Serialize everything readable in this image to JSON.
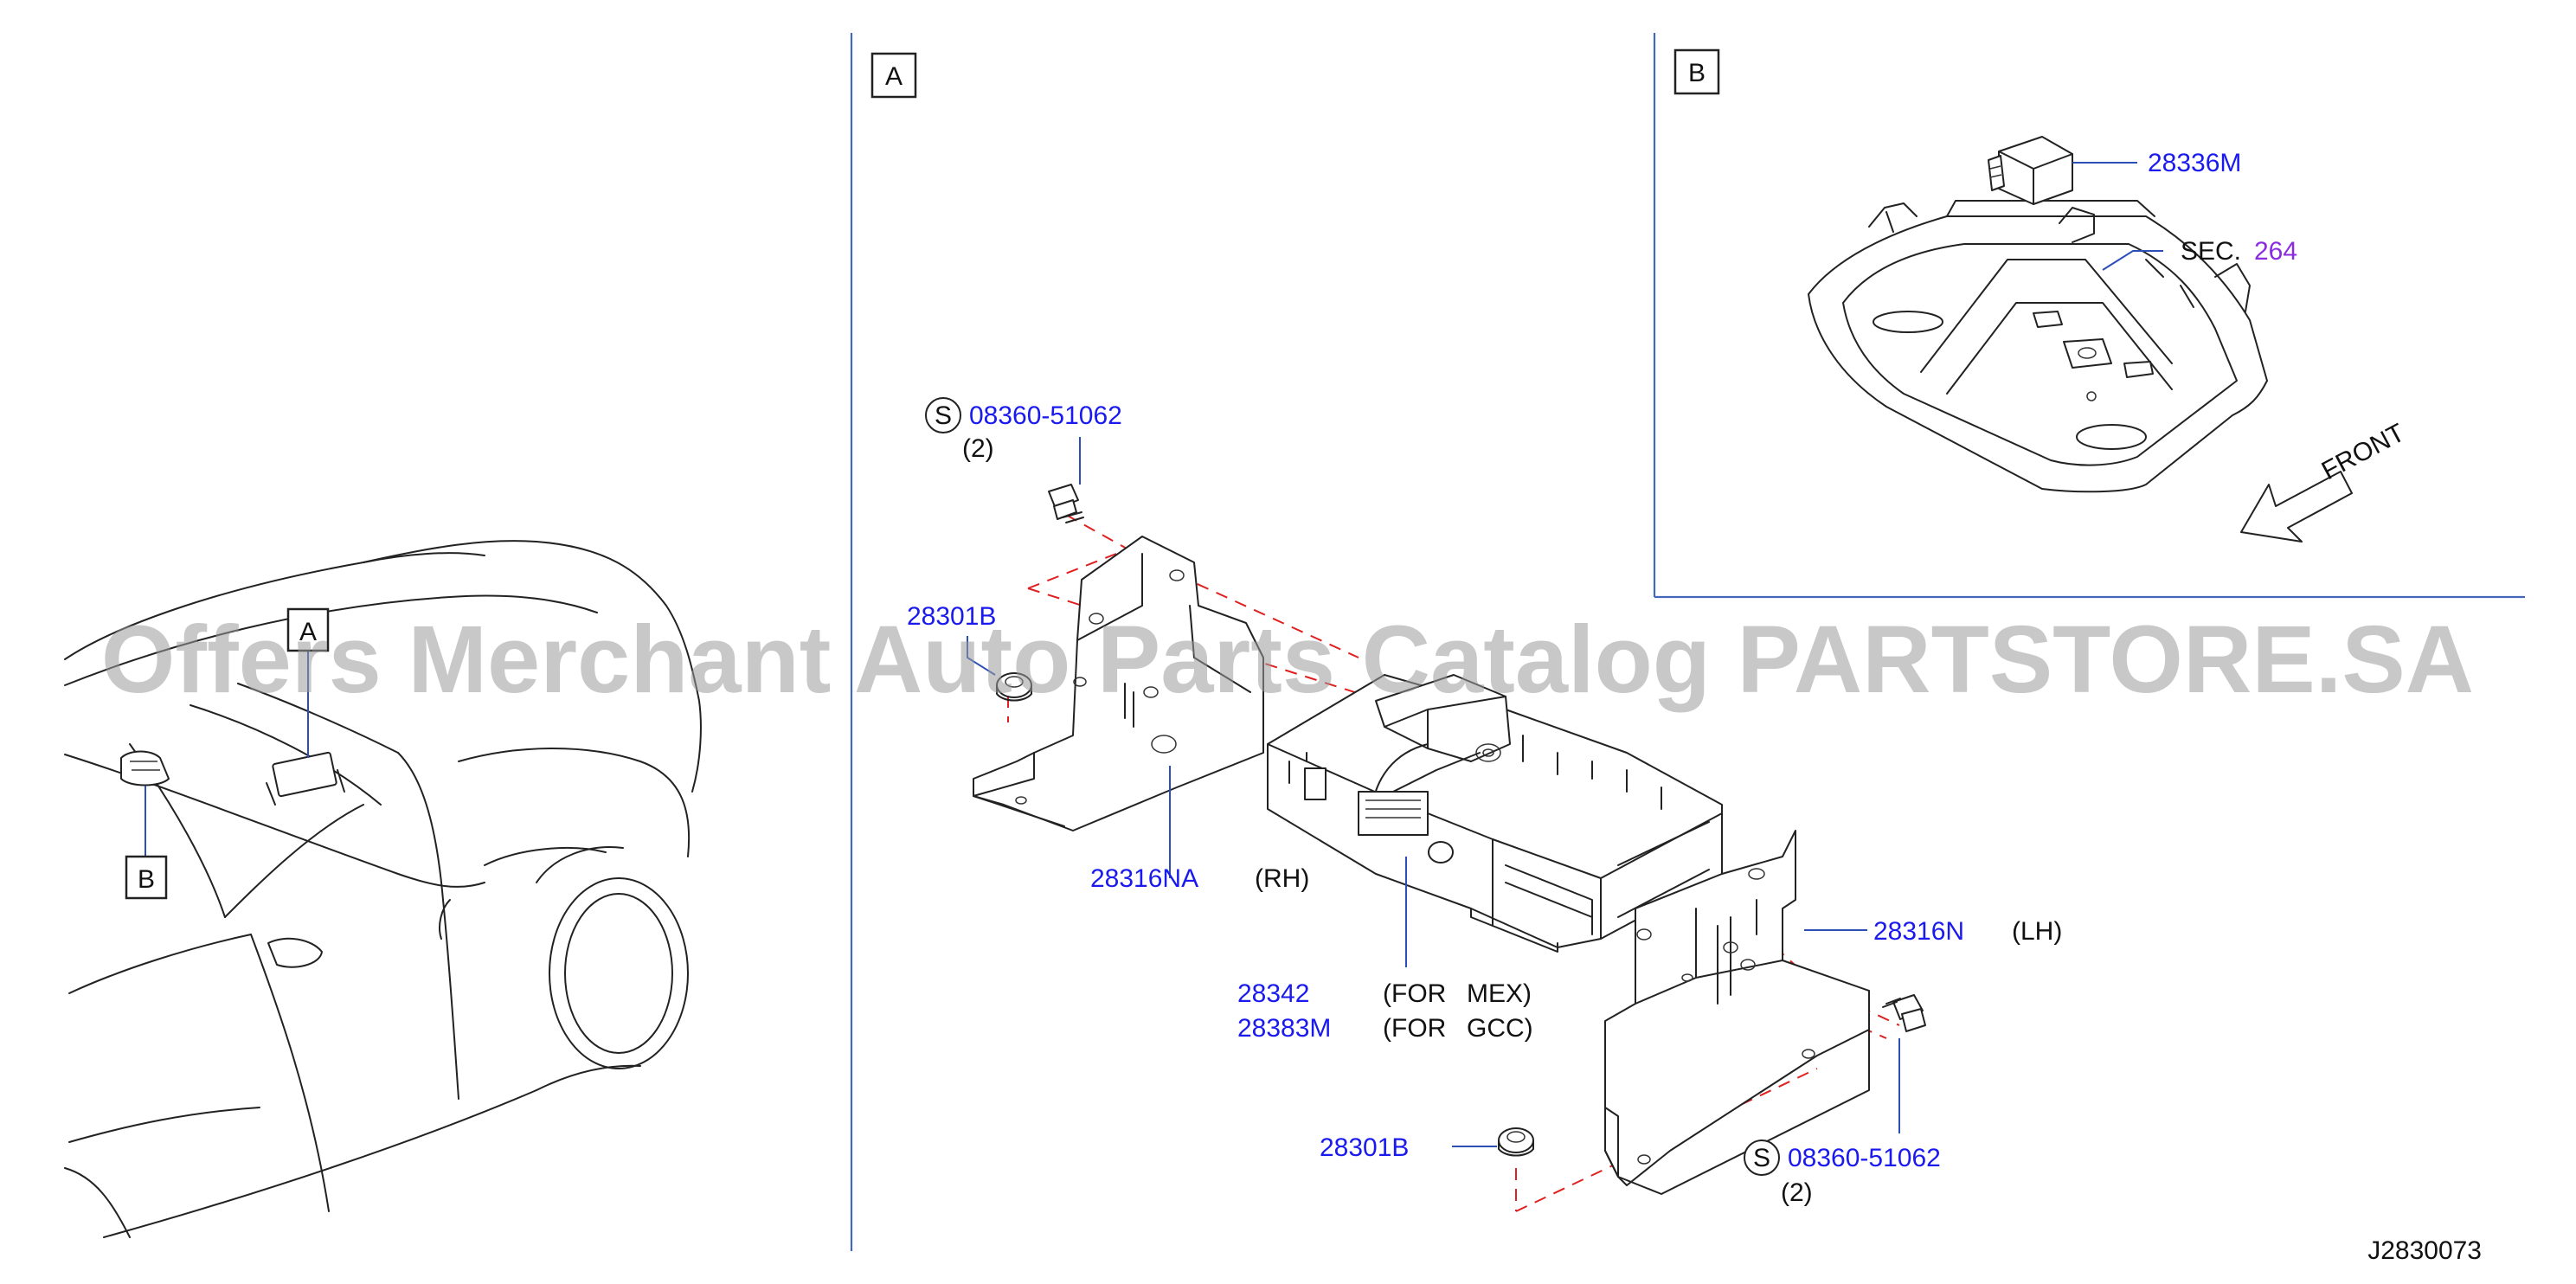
{
  "watermark": "Offers Merchant Auto Parts Catalog PARTSTORE.SA",
  "diagram_id": "J2830073",
  "callouts": {
    "view_a": "A",
    "view_b": "B",
    "panel_a": "A",
    "panel_b": "B"
  },
  "parts": {
    "bolt_top": {
      "symbol": "S",
      "number": "08360-51062",
      "qty": "(2)"
    },
    "nut_top": "28301B",
    "bracket_rh": {
      "number": "28316NA",
      "side": "(RH)"
    },
    "unit_mex": {
      "number": "28342",
      "note_1": "(FOR",
      "note_2": "MEX)"
    },
    "unit_gcc": {
      "number": "28383M",
      "note_1": "(FOR",
      "note_2": "GCC)"
    },
    "bracket_lh": {
      "number": "28316N",
      "side": "(LH)"
    },
    "nut_bottom": "28301B",
    "bolt_bottom": {
      "symbol": "S",
      "number": "08360-51062",
      "qty": "(2)"
    },
    "map_lamp_part": "28336M",
    "section_label": "SEC.",
    "section_number": "264",
    "front_label": "FRONT"
  }
}
